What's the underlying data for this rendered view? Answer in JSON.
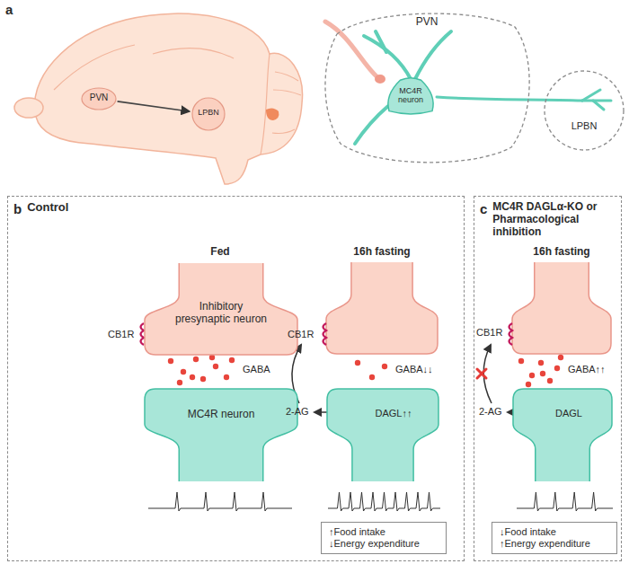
{
  "diagram": {
    "nodes": [
      {
        "text": [
          "PVN"
        ]
      },
      {
        "text": [
          "LPBN"
        ]
      },
      {
        "text": [
          "PVN"
        ]
      },
      {
        "text": [
          "LPBN"
        ]
      },
      {
        "text": [
          "MC4R neuron"
        ],
        "in": 2
      },
      {
        "text": [
          "b",
          "Control"
        ]
      },
      {
        "text": [
          "Inhibitory presynaptic neuron"
        ],
        "in": 5
      },
      {
        "text": [
          "MC4R neuron"
        ],
        "in": 5
      },
      {
        "text": [
          "DAGL↑↑"
        ],
        "in": 5
      },
      {
        "text": [
          "↑Food intake",
          "↓Energy expenditure"
        ],
        "in": 5
      },
      {
        "text": [
          "c",
          "MC4R DAGLα-KO or Pharmacological inhibition"
        ]
      },
      {
        "text": [
          "DAGL"
        ],
        "in": 10
      },
      {
        "text": [
          "↓Food intake",
          "↑Energy expenditure"
        ],
        "in": 10
      }
    ],
    "edges": [
      {
        "from": 0,
        "to": 1,
        "arrow": "to"
      }
    ],
    "labels": [
      "a",
      "Fed",
      "16h fasting",
      "CB1R",
      "GABA",
      "CB1R",
      "GABA↓↓",
      "2-AG",
      "16h fasting",
      "CB1R",
      "GABA↑↑",
      "2-AG"
    ]
  }
}
